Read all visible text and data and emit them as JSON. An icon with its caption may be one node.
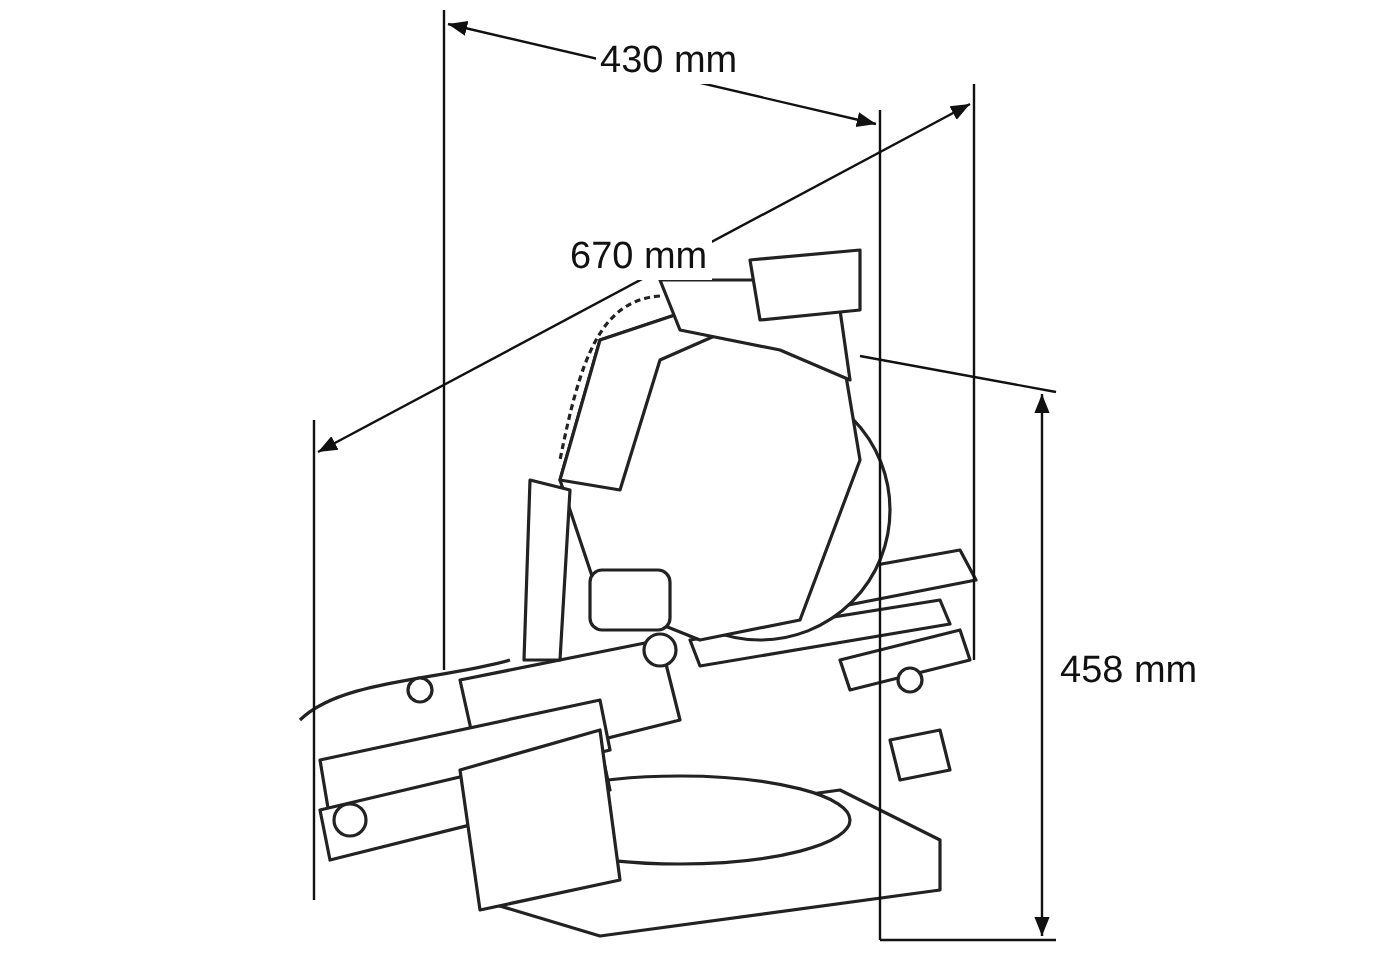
{
  "diagram": {
    "labels": [
      "430 mm",
      "670 mm",
      "458 mm"
    ]
  }
}
